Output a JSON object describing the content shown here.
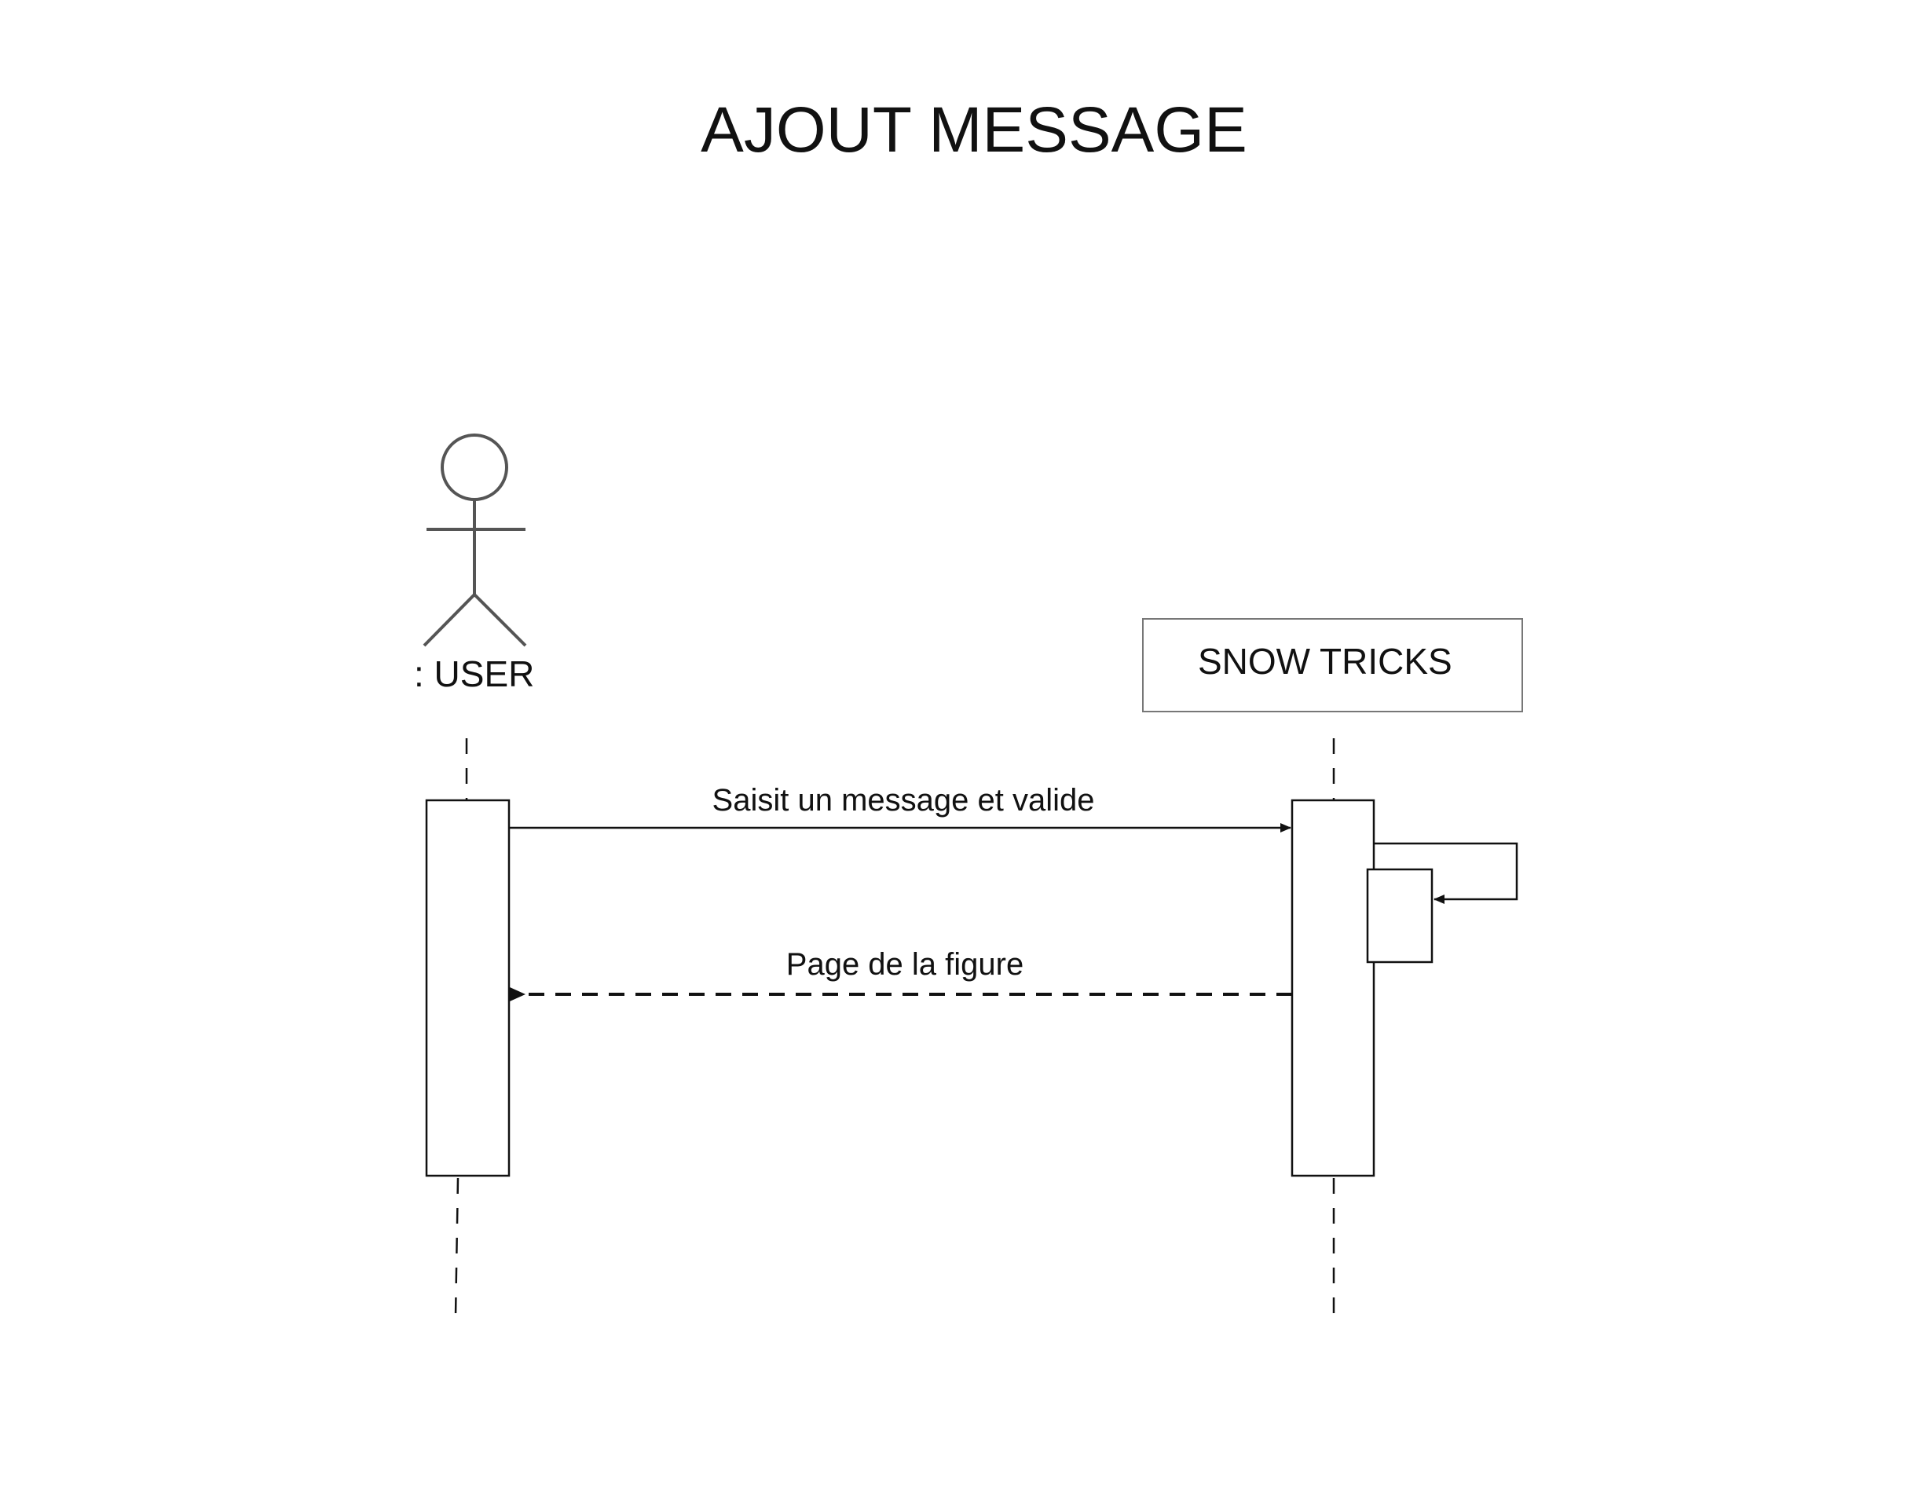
{
  "title": "AJOUT MESSAGE",
  "actor": {
    "label": ": USER"
  },
  "system": {
    "label": "SNOW TRICKS"
  },
  "messages": [
    {
      "label": "Saisit un message et valide",
      "kind": "synchronous"
    },
    {
      "label": "Page de la figure",
      "kind": "return"
    }
  ],
  "colors": {
    "stroke": "#111111",
    "actor": "#555555",
    "box_border": "#777777",
    "background": "#ffffff"
  }
}
